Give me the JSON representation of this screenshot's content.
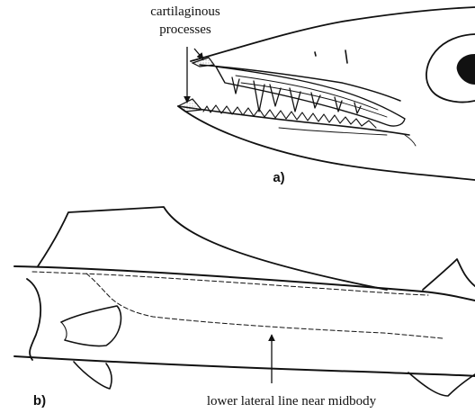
{
  "panel_a": {
    "callout_label_line1": "cartilaginous",
    "callout_label_line2": "processes",
    "panel_label": "a)"
  },
  "panel_b": {
    "callout_label": "lower lateral line near midbody",
    "panel_label": "b)"
  },
  "colors": {
    "ink": "#111111",
    "background": "#ffffff",
    "stipple": "#777777"
  }
}
